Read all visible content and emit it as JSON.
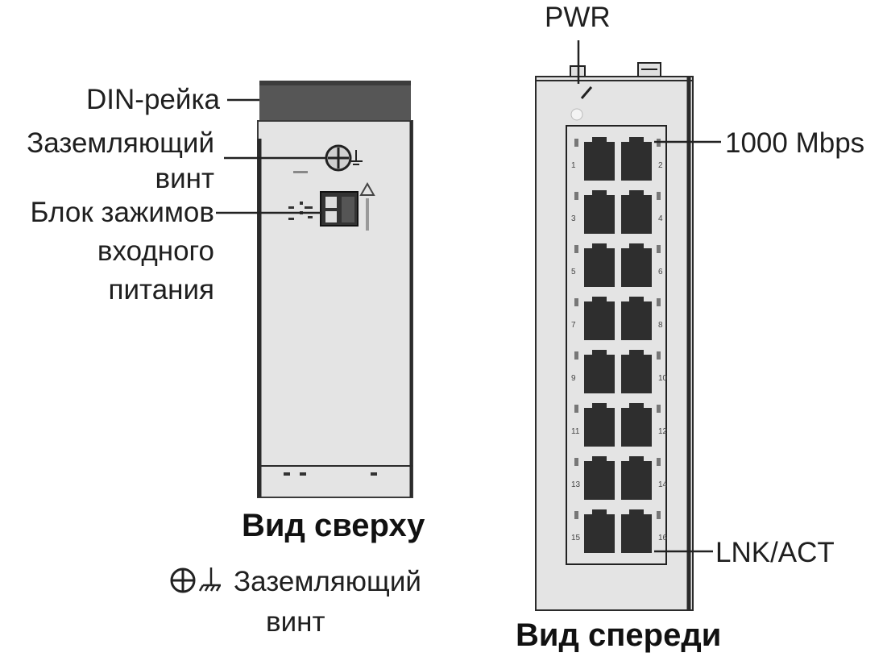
{
  "top_view": {
    "caption": "Вид сверху",
    "labels": {
      "din_rail": "DIN-рейка",
      "ground_screw_line1": "Заземляющий",
      "ground_screw_line2": "винт",
      "power_block_line1": "Блок зажимов",
      "power_block_line2": "входного",
      "power_block_line3": "питания"
    },
    "legend": {
      "line1": "Заземляющий",
      "line2": "винт"
    }
  },
  "front_view": {
    "caption": "Вид спереди",
    "labels": {
      "pwr": "PWR",
      "speed": "1000 Mbps",
      "lnk_act": "LNK/ACT"
    },
    "port_numbers": [
      "1",
      "2",
      "3",
      "4",
      "5",
      "6",
      "7",
      "8",
      "9",
      "10",
      "11",
      "12",
      "13",
      "14",
      "15",
      "16"
    ]
  },
  "colors": {
    "device_body": "#e3e3e3",
    "din_rail": "#565656",
    "port": "#2e2e2e",
    "line": "#222222"
  }
}
